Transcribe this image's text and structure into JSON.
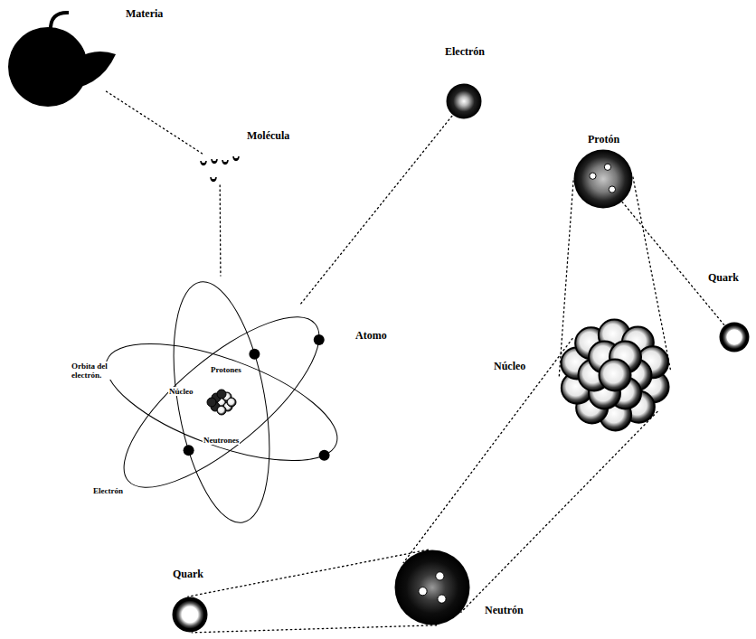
{
  "diagram": {
    "nodes": [
      {
        "text": [
          "Materia"
        ]
      },
      {
        "text": [
          "Electrón"
        ]
      },
      {
        "text": [
          "Molécula"
        ]
      },
      {
        "text": [
          "Protón"
        ]
      },
      {
        "text": [
          "Quark"
        ]
      },
      {
        "text": [
          "Atomo"
        ]
      },
      {
        "text": [
          "Núcleo"
        ]
      },
      {
        "text": [
          "Quark"
        ]
      },
      {
        "text": [
          "Neutrón"
        ]
      }
    ],
    "edges": [
      {
        "from": 0,
        "to": 2,
        "arrow": "none"
      },
      {
        "from": 2,
        "to": 5,
        "arrow": "none"
      },
      {
        "from": 5,
        "to": 1,
        "arrow": "none"
      },
      {
        "from": 3,
        "to": 6,
        "arrow": "none"
      },
      {
        "from": 3,
        "to": 4,
        "arrow": "none"
      },
      {
        "from": 6,
        "to": 8,
        "arrow": "none"
      },
      {
        "from": 8,
        "to": 7,
        "arrow": "none"
      }
    ],
    "labels": [
      "Orbita del electrón.",
      "Núcleo",
      "Protones",
      "Neutrones",
      "Electrón"
    ]
  }
}
